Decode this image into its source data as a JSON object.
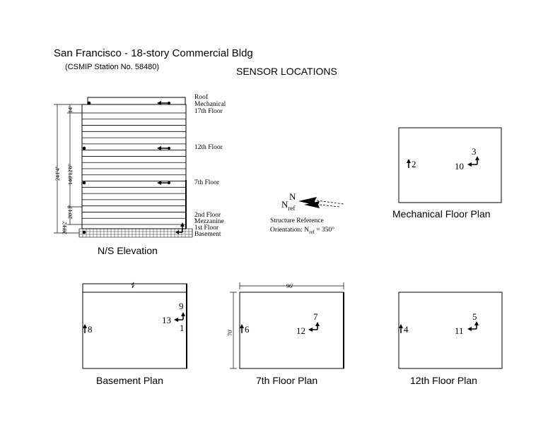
{
  "header": {
    "title": "San Francisco - 18-story Commercial Bldg",
    "station": "(CSMIP Station No. 58480)",
    "sensor_heading": "SENSOR LOCATIONS"
  },
  "elevation": {
    "caption": "N/S Elevation",
    "floor_labels": {
      "roof": "Roof",
      "mechanical": "Mechanical",
      "f17": "17th Floor",
      "f12": "12th Floor",
      "f7": "7th Floor",
      "f2": "2nd Floor",
      "mezzanine": "Mezzanine",
      "f1": "1st Floor",
      "basement": "Basement"
    },
    "dims": {
      "total": "241'4\"",
      "upper": "14'",
      "middle": "140'12'8\"",
      "lower1": "20'13'",
      "lower2": "20'12'"
    }
  },
  "reference": {
    "north": "N",
    "nref": "N",
    "nref_sub": "ref",
    "text1": "Structure Reference",
    "text2_prefix": "Orientation: N",
    "text2_sub": "ref",
    "text2_suffix": " = 350°"
  },
  "plans": {
    "mechanical": {
      "caption": "Mechanical Floor Plan",
      "s_a": "2",
      "s_b": "3",
      "s_c": "10"
    },
    "basement": {
      "caption": "Basement Plan",
      "s_a": "8",
      "s_b": "9",
      "s_c": "13",
      "s_d": "1"
    },
    "seventh": {
      "caption": "7th Floor Plan",
      "s_a": "6",
      "s_b": "7",
      "s_c": "12",
      "dim_w": "96'",
      "dim_h": "70'"
    },
    "twelfth": {
      "caption": "12th Floor Plan",
      "s_a": "4",
      "s_b": "5",
      "s_c": "11"
    }
  },
  "colors": {
    "ink": "#000000",
    "background": "#ffffff"
  }
}
